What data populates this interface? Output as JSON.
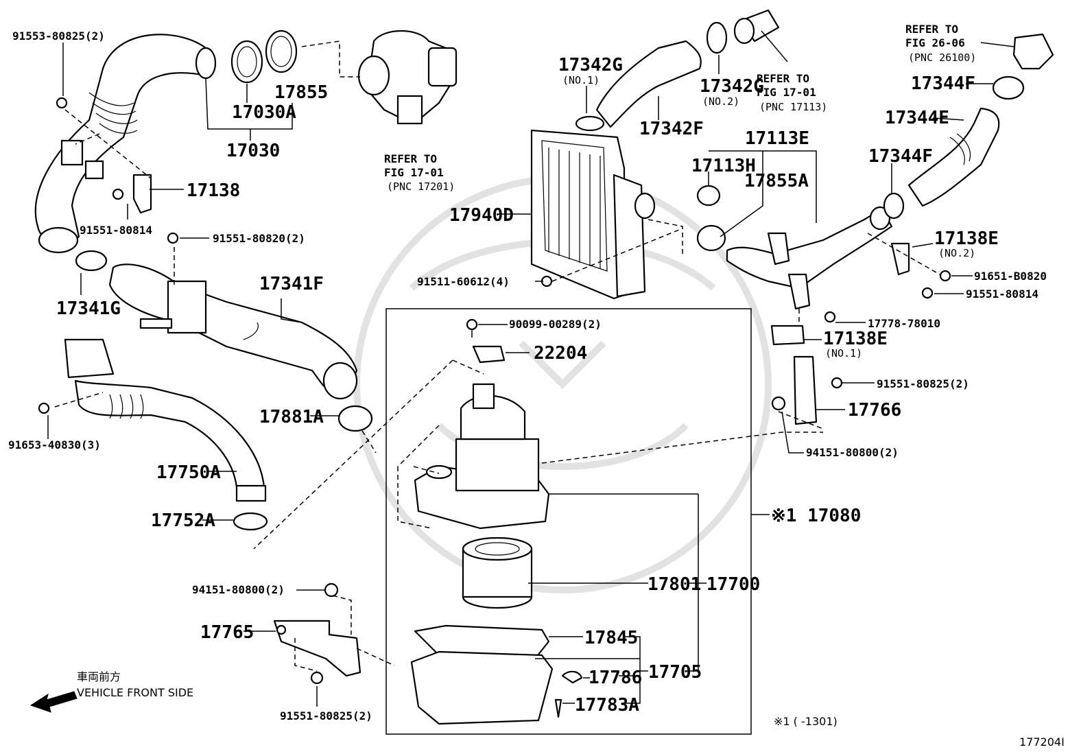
{
  "labels": {
    "p91553_80825": "91553-80825(2)",
    "p17030A": "17030A",
    "p17855": "17855",
    "p17030": "17030",
    "p17138": "17138",
    "p91551_80814_l": "91551-80814",
    "p91551_80820": "91551-80820(2)",
    "p17341F": "17341F",
    "p17341G": "17341G",
    "p91653_40830": "91653-40830(3)",
    "p17881A": "17881A",
    "p17750A": "17750A",
    "p17752A": "17752A",
    "p94151_80800_l": "94151-80800(2)",
    "p17765": "17765",
    "p91551_80825_b": "91551-80825(2)",
    "p90099_00289": "90099-00289(2)",
    "p22204": "22204",
    "p17801": "17801",
    "p17700": "17700",
    "p17080": "※1 17080",
    "p17845": "17845",
    "p17786": "17786",
    "p17783A": "17783A",
    "p17705": "17705",
    "p17342G_1": "17342G",
    "p17342G_1_sub": "(NO.1)",
    "p17342G_2": "17342G",
    "p17342G_2_sub": "(NO.2)",
    "p17342F": "17342F",
    "p17940D": "17940D",
    "p91511_60612": "91511-60612(4)",
    "p17113E": "17113E",
    "p17113H": "17113H",
    "p17855A": "17855A",
    "p17344F_t": "17344F",
    "p17344E": "17344E",
    "p17344F_m": "17344F",
    "p17138E_2": "17138E",
    "p17138E_2_sub": "(NO.2)",
    "p91651_B0820": "91651-B0820",
    "p91551_80814_r": "91551-80814",
    "p17778_78010": "17778-78010",
    "p17138E_1": "17138E",
    "p17138E_1_sub": "(NO.1)",
    "p91551_80825_r": "91551-80825(2)",
    "p17766": "17766",
    "p94151_80800_r": "94151-80800(2)"
  },
  "refs": {
    "turbo_1": "REFER TO",
    "turbo_2": "FIG 17-01",
    "turbo_3": "(PNC 17201)",
    "pipe_1": "REFER TO",
    "pipe_2": "FIG 17-01",
    "pipe_3": "(PNC 17113)",
    "fig26_1": "REFER TO",
    "fig26_2": "FIG 26-06",
    "fig26_3": "(PNC 26100)"
  },
  "footer": {
    "front_jp": "車両前方",
    "front_en": "VEHICLE FRONT SIDE",
    "note": "※1 (      -1301)",
    "figure_id": "177204I"
  }
}
